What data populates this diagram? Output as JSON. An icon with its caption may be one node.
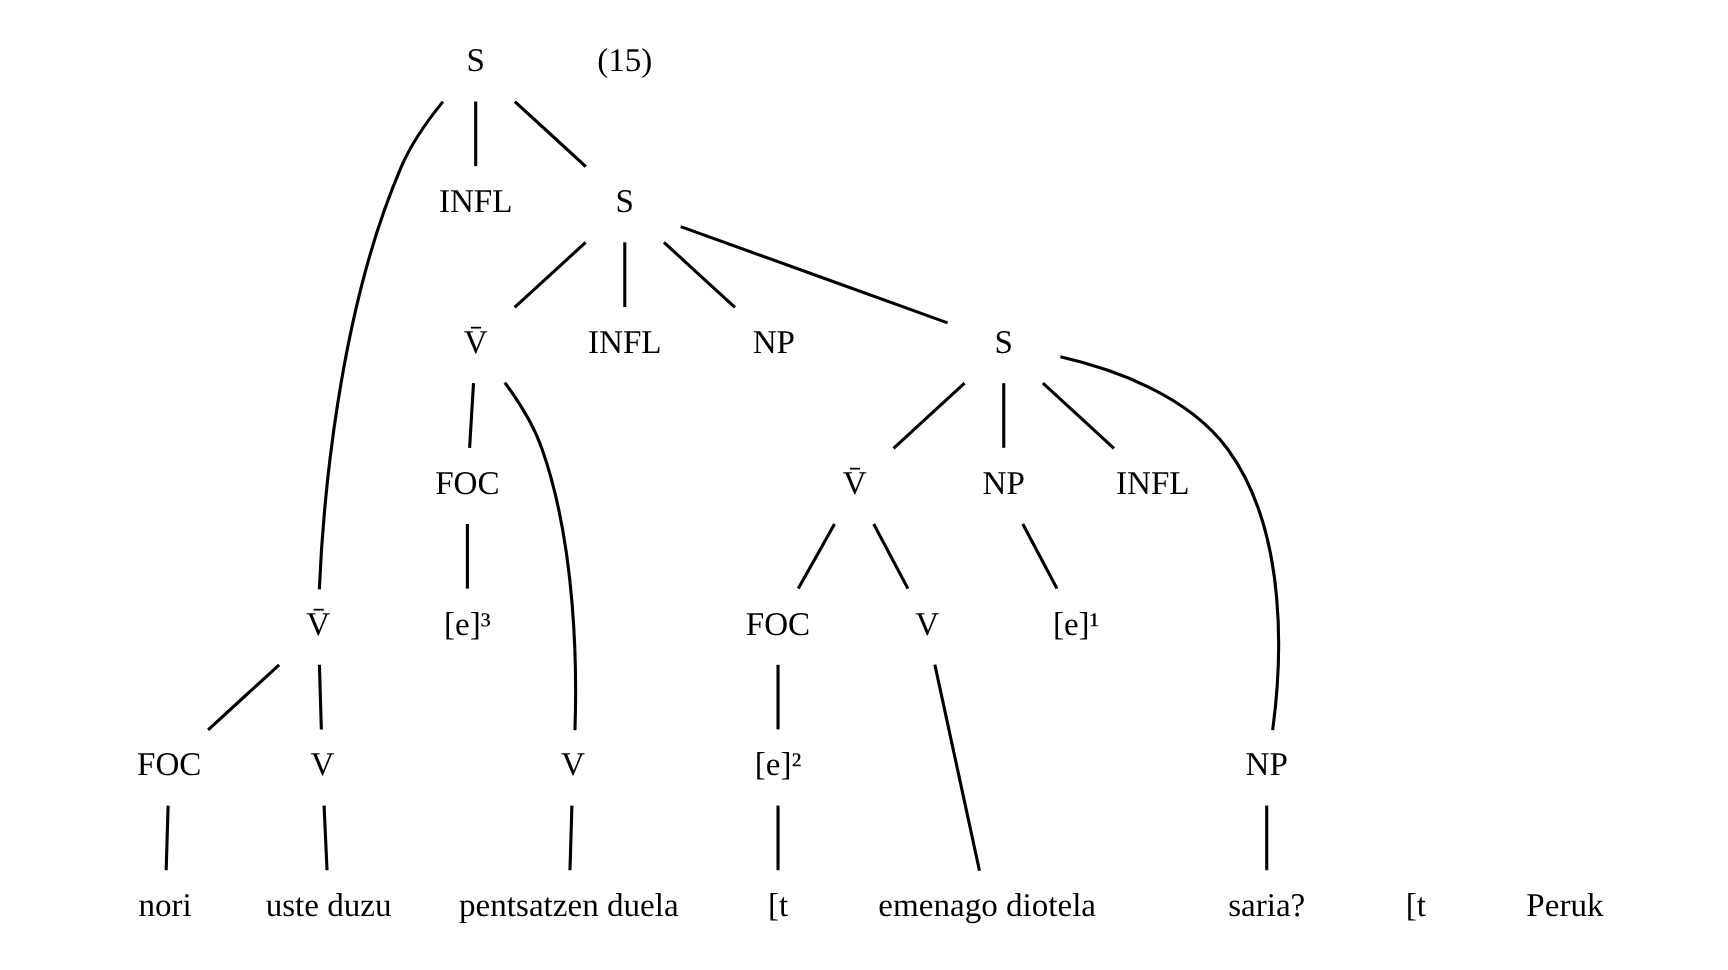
{
  "diagram": {
    "nodes": [
      {
        "text": [
          "S"
        ]
      },
      {
        "text": [
          "V̄"
        ]
      },
      {
        "text": [
          "INFL"
        ]
      },
      {
        "text": [
          "S"
        ]
      },
      {
        "text": [
          "FOC"
        ]
      },
      {
        "text": [
          "V"
        ]
      },
      {
        "text": [
          "V̄"
        ]
      },
      {
        "text": [
          "INFL"
        ]
      },
      {
        "text": [
          "NP"
        ]
      },
      {
        "text": [
          "S"
        ]
      },
      {
        "text": [
          "FOC"
        ]
      },
      {
        "text": [
          "V"
        ]
      },
      {
        "text": [
          "[e]³"
        ]
      },
      {
        "text": [
          "V̄"
        ]
      },
      {
        "text": [
          "NP"
        ]
      },
      {
        "text": [
          "INFL"
        ]
      },
      {
        "text": [
          "NP"
        ]
      },
      {
        "text": [
          "[e]¹"
        ]
      },
      {
        "text": [
          "FOC"
        ]
      },
      {
        "text": [
          "V"
        ]
      },
      {
        "text": [
          "[e]²"
        ]
      },
      {
        "text": [
          "nori"
        ]
      },
      {
        "text": [
          "uste duzu"
        ]
      },
      {
        "text": [
          "pentsatzen duela"
        ]
      },
      {
        "text": [
          "[t"
        ]
      },
      {
        "text": [
          "emenago diotela"
        ]
      },
      {
        "text": [
          "saria?"
        ]
      }
    ],
    "edges": [
      {
        "from": 0,
        "to": 1,
        "arrow": "none"
      },
      {
        "from": 0,
        "to": 2,
        "arrow": "none"
      },
      {
        "from": 0,
        "to": 3,
        "arrow": "none"
      },
      {
        "from": 1,
        "to": 4,
        "arrow": "none"
      },
      {
        "from": 1,
        "to": 5,
        "arrow": "none"
      },
      {
        "from": 3,
        "to": 6,
        "arrow": "none"
      },
      {
        "from": 3,
        "to": 7,
        "arrow": "none"
      },
      {
        "from": 3,
        "to": 8,
        "arrow": "none"
      },
      {
        "from": 3,
        "to": 9,
        "arrow": "none"
      },
      {
        "from": 6,
        "to": 10,
        "arrow": "none"
      },
      {
        "from": 6,
        "to": 11,
        "arrow": "none"
      },
      {
        "from": 9,
        "to": 13,
        "arrow": "none"
      },
      {
        "from": 9,
        "to": 14,
        "arrow": "none"
      },
      {
        "from": 9,
        "to": 15,
        "arrow": "none"
      },
      {
        "from": 9,
        "to": 16,
        "arrow": "none"
      },
      {
        "from": 10,
        "to": 12,
        "arrow": "none"
      },
      {
        "from": 14,
        "to": 17,
        "arrow": "none"
      },
      {
        "from": 13,
        "to": 18,
        "arrow": "none"
      },
      {
        "from": 13,
        "to": 19,
        "arrow": "none"
      },
      {
        "from": 18,
        "to": 20,
        "arrow": "none"
      },
      {
        "from": 4,
        "to": 21,
        "arrow": "none"
      },
      {
        "from": 5,
        "to": 22,
        "arrow": "none"
      },
      {
        "from": 11,
        "to": 23,
        "arrow": "none"
      },
      {
        "from": 20,
        "to": 24,
        "arrow": "none"
      },
      {
        "from": 19,
        "to": 25,
        "arrow": "none"
      },
      {
        "from": 16,
        "to": 26,
        "arrow": "none"
      }
    ],
    "labels": [
      "(15)",
      "[t",
      "Peruk"
    ]
  }
}
